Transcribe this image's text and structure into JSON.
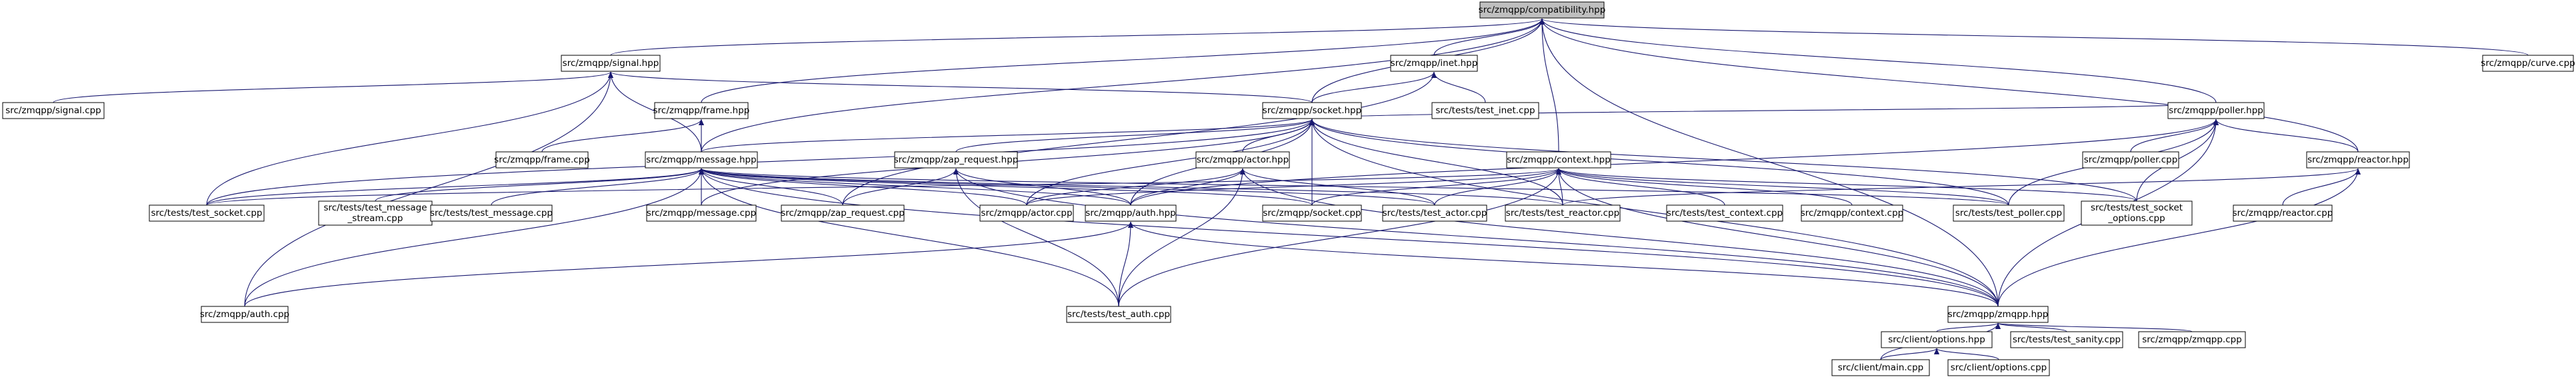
{
  "graph": {
    "root": "src/zmqpp/compatibility.hpp",
    "edge_color": "#191970",
    "nodes": {
      "compat": "src/zmqpp/compatibility.hpp",
      "signal_hpp": "src/zmqpp/signal.hpp",
      "inet_hpp": "src/zmqpp/inet.hpp",
      "curve_cpp": "src/zmqpp/curve.cpp",
      "signal_cpp": "src/zmqpp/signal.cpp",
      "frame_hpp": "src/zmqpp/frame.hpp",
      "socket_hpp": "src/zmqpp/socket.hpp",
      "test_inet": "src/tests/test_inet.cpp",
      "poller_hpp": "src/zmqpp/poller.hpp",
      "frame_cpp": "src/zmqpp/frame.cpp",
      "message_hpp": "src/zmqpp/message.hpp",
      "zap_request_hpp": "src/zmqpp/zap_request.hpp",
      "actor_hpp": "src/zmqpp/actor.hpp",
      "context_hpp": "src/zmqpp/context.hpp",
      "poller_cpp": "src/zmqpp/poller.cpp",
      "reactor_hpp": "src/zmqpp/reactor.hpp",
      "test_socket": "src/tests/test_socket.cpp",
      "test_message_stream_1": "src/tests/test_message",
      "test_message_stream_2": "_stream.cpp",
      "test_message": "src/tests/test_message.cpp",
      "message_cpp": "src/zmqpp/message.cpp",
      "zap_request_cpp": "src/zmqpp/zap_request.cpp",
      "actor_cpp": "src/zmqpp/actor.cpp",
      "auth_hpp": "src/zmqpp/auth.hpp",
      "socket_cpp": "src/zmqpp/socket.cpp",
      "test_actor": "src/tests/test_actor.cpp",
      "test_reactor": "src/tests/test_reactor.cpp",
      "test_context": "src/tests/test_context.cpp",
      "context_cpp": "src/zmqpp/context.cpp",
      "test_poller": "src/tests/test_poller.cpp",
      "test_socket_options_1": "src/tests/test_socket",
      "test_socket_options_2": "_options.cpp",
      "reactor_cpp": "src/zmqpp/reactor.cpp",
      "auth_cpp": "src/zmqpp/auth.cpp",
      "test_auth": "src/tests/test_auth.cpp",
      "zmqpp_hpp": "src/zmqpp/zmqpp.hpp",
      "options_hpp": "src/client/options.hpp",
      "test_sanity": "src/tests/test_sanity.cpp",
      "zmqpp_cpp": "src/zmqpp/zmqpp.cpp",
      "main_cpp": "src/client/main.cpp",
      "options_cpp": "src/client/options.cpp"
    }
  }
}
